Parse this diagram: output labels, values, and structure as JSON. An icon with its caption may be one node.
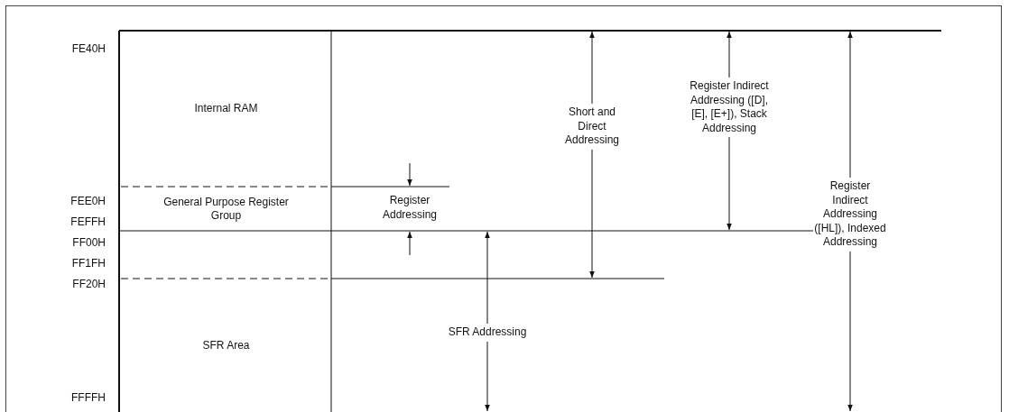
{
  "diagram": {
    "nodes": [
      {
        "text": [
          "Internal RAM"
        ]
      },
      {
        "text": [
          "General Purpose Register Group"
        ]
      },
      {
        "text": [
          "SFR Area"
        ]
      }
    ],
    "labels": [
      "FE40H",
      "Short and Direct Addressing",
      "Register Indirect Addressing ([D], [E], [E+]), Stack Addressing",
      "FEE0H",
      "Register Addressing",
      "FEFFH",
      "Register Indirect Addressing ([HL]), Indexed Addressing",
      "FF00H",
      "FF1FH",
      "FF20H",
      "SFR Addressing",
      "FFFFH"
    ]
  }
}
